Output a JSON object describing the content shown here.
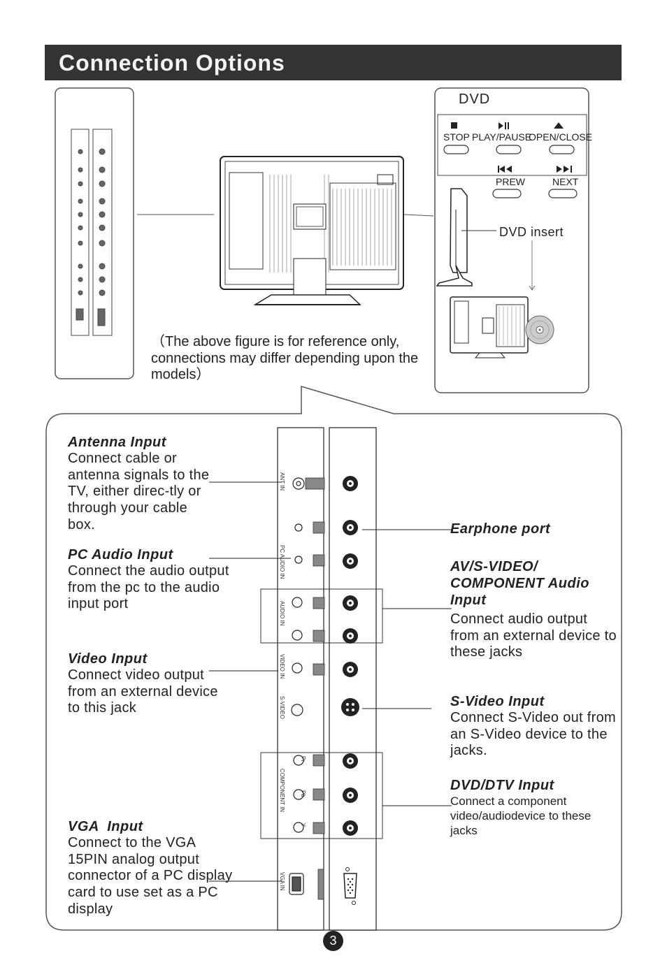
{
  "title": "Connection Options",
  "dvd_panel": {
    "heading": "DVD",
    "buttons_top": [
      "STOP",
      "PLAY/PAUSE",
      "OPEN/CLOSE"
    ],
    "buttons_bottom": [
      "PREW",
      "NEXT"
    ],
    "insert_label": "DVD insert"
  },
  "caption": "（The above figure is for reference only, connections may differ depending upon the models）",
  "left_items": [
    {
      "heading": "Antenna Input",
      "text": "Connect cable or antenna signals to the TV, either direc-tly or through your cable box."
    },
    {
      "heading": "PC Audio Input",
      "text": "Connect the audio output from the pc to the audio input port"
    },
    {
      "heading": "Video Input",
      "text": "Connect video output from an external device to this jack"
    },
    {
      "heading": "VGA  Input",
      "text": "Connect to the VGA 15PIN analog output connector of a PC display card to use set as a PC display"
    }
  ],
  "right_items": [
    {
      "heading": "Earphone port",
      "text": ""
    },
    {
      "heading": "AV/S-VIDEO/ COMPONENT Audio Input",
      "text": "Connect audio output from an external device to these jacks"
    },
    {
      "heading": "S-Video Input",
      "text": "Connect S-Video out from an S-Video device to the jacks."
    },
    {
      "heading": "DVD/DTV Input",
      "text": "Connect a component video/audiodevice to these jacks"
    }
  ],
  "port_labels": [
    "ANT IN",
    "PC AUDIO IN",
    "AUDIO IN",
    "VIDEO IN",
    "S-VIDEO",
    "COMPONENT IN",
    "VGA IN"
  ],
  "component_labels": [
    "Pr",
    "Pb",
    "Y"
  ],
  "page_number": "3"
}
